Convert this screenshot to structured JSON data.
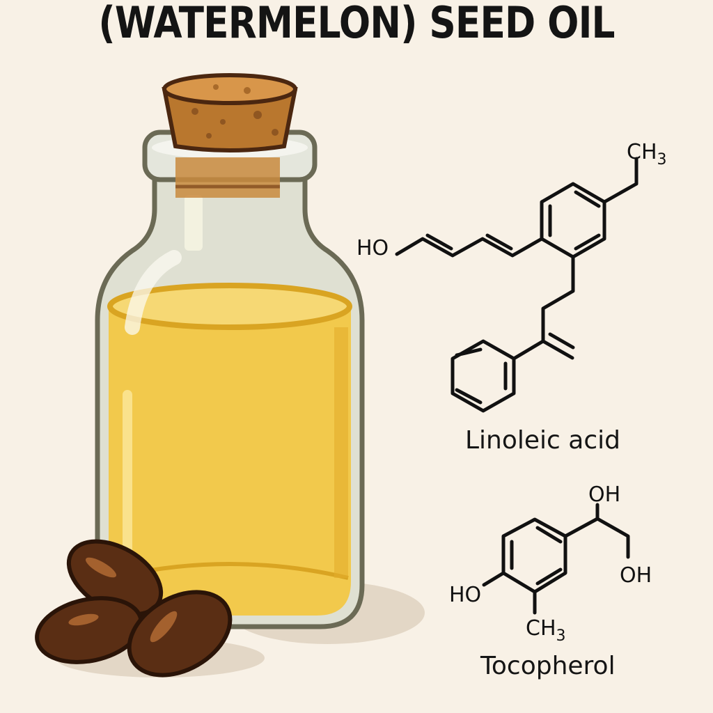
{
  "title": "(WATERMELON) SEED OIL",
  "colors": {
    "background": "#f8f1e6",
    "oil": "#f2c94c",
    "oil_dark": "#d9a422",
    "cork": "#b9772e",
    "glass_outline": "#6b6a55",
    "seed": "#5a2e14",
    "ink": "#111111"
  },
  "illustration": {
    "bottle": "glass-bottle-with-cork",
    "contents": "yellow-oil",
    "seeds_count": 3
  },
  "molecules": [
    {
      "name": "Linoleic acid",
      "atoms": {
        "hydroxyl": "HO",
        "methyl": "CH",
        "methyl_sub": "3"
      }
    },
    {
      "name": "Tocopherol",
      "atoms": {
        "hydroxyl_left": "HO",
        "hydroxyl_top": "OH",
        "hydroxyl_right": "OH",
        "methyl": "CH",
        "methyl_sub": "3"
      }
    }
  ]
}
